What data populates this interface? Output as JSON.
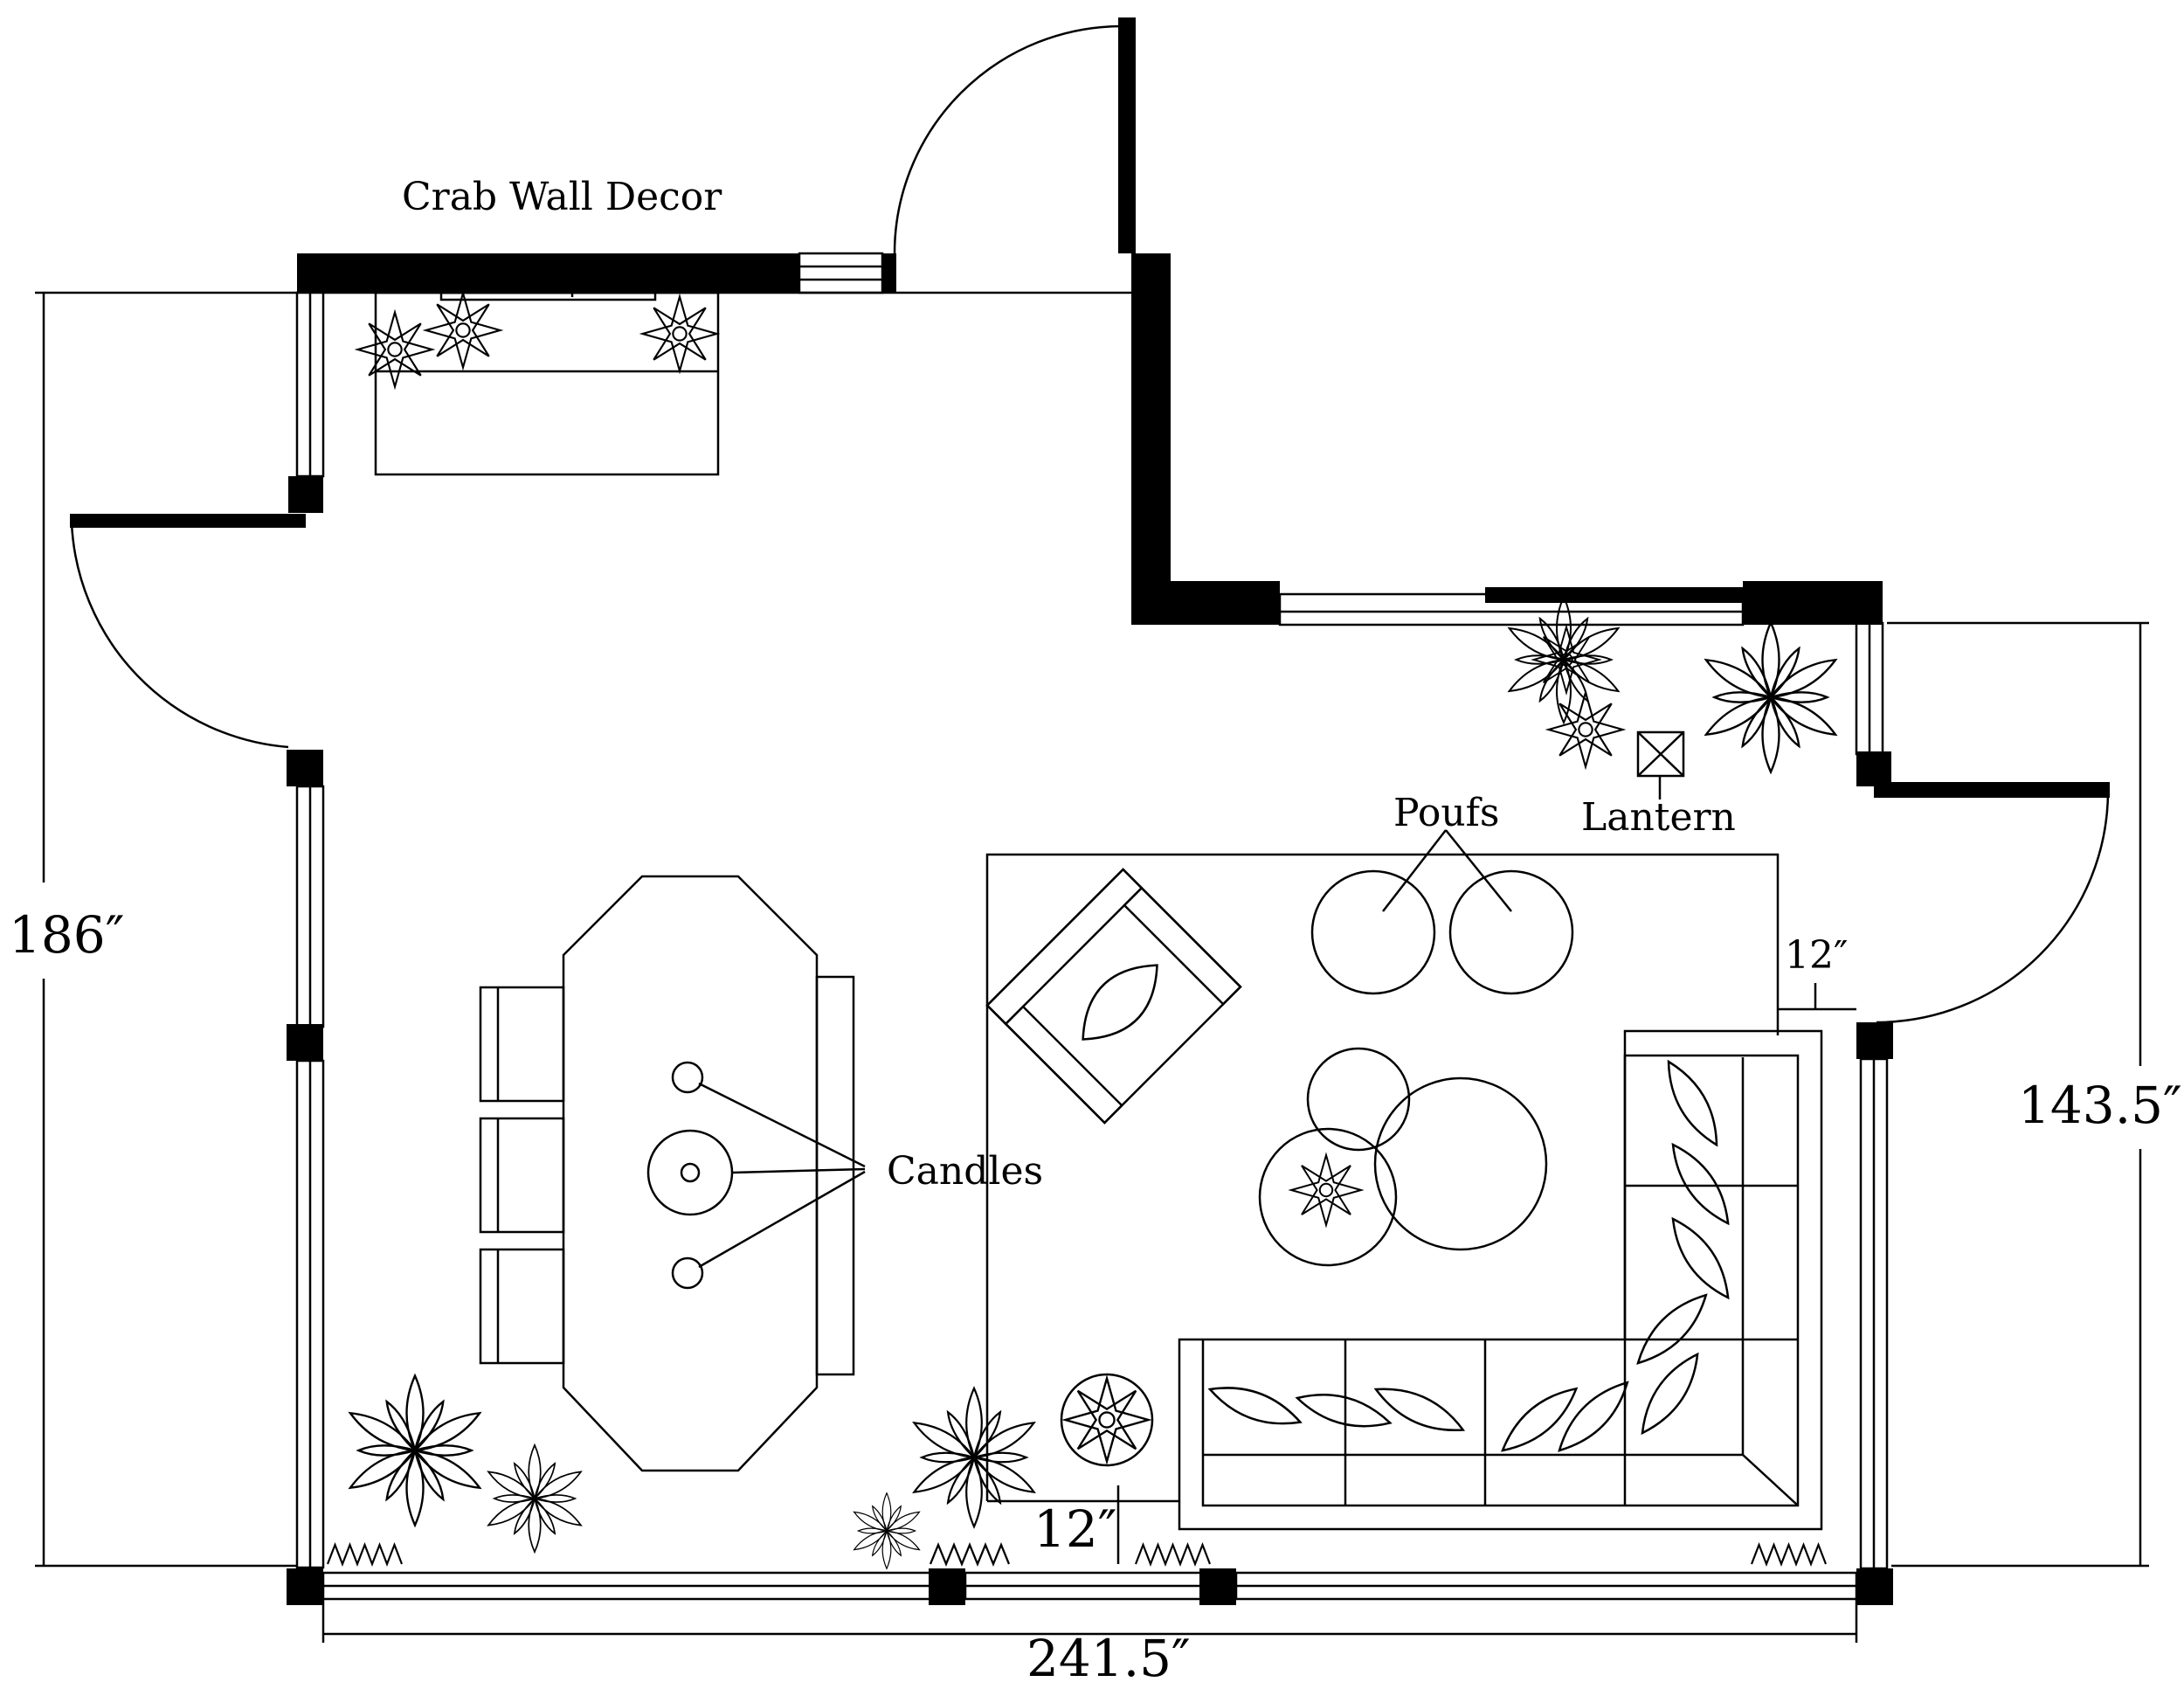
{
  "labels": {
    "wall_decor": "Crab Wall Decor",
    "poufs": "Poufs",
    "lantern": "Lantern",
    "candles": "Candles"
  },
  "dimensions": {
    "left_height": "186″",
    "right_height": "143.5″",
    "bottom_width": "241.5″",
    "sofa_clearance": "12″",
    "console_clearance": "12″"
  },
  "colors": {
    "line": "#000000",
    "background": "#ffffff"
  }
}
